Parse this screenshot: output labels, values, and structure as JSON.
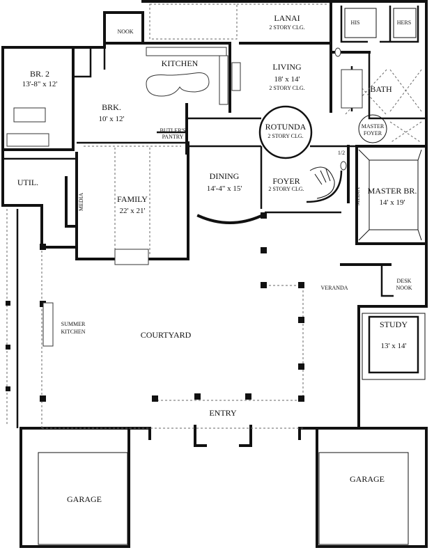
{
  "rooms": {
    "lanai": {
      "name": "LANAI",
      "note": "2 STORY CLG."
    },
    "his": {
      "name": "HIS"
    },
    "hers": {
      "name": "HERS"
    },
    "nook": {
      "name": "NOOK"
    },
    "kitchen": {
      "name": "KITCHEN"
    },
    "living": {
      "name": "LIVING",
      "size": "18' x 14'",
      "note": "2 STORY CLG."
    },
    "bath": {
      "name": "BATH"
    },
    "br2": {
      "name": "BR. 2",
      "size": "13'-8\" x 12'"
    },
    "brk": {
      "name": "BRK.",
      "size": "10' x 12'"
    },
    "butlers": {
      "name_line1": "BUTLER'S",
      "name_line2": "PANTRY"
    },
    "rotunda": {
      "name": "ROTUNDA",
      "note": "2 STORY CLG."
    },
    "master_foyer": {
      "line1": "MASTER",
      "line2": "FOYER"
    },
    "half_bath": {
      "name": "1/2"
    },
    "util": {
      "name": "UTIL."
    },
    "media_family": {
      "name": "MEDIA"
    },
    "family": {
      "name": "FAMILY",
      "size": "22' x 21'"
    },
    "dining": {
      "name": "DINING",
      "size": "14'-4\" x 15'"
    },
    "foyer": {
      "name": "FOYER",
      "note": "2 STORY CLG."
    },
    "media_master": {
      "name": "MEDIA"
    },
    "master_br": {
      "name": "MASTER BR.",
      "size": "14' x 19'"
    },
    "desk_nook": {
      "line1": "DESK",
      "line2": "NOOK"
    },
    "veranda": {
      "name": "VERANDA"
    },
    "summer_kitchen": {
      "line1": "SUMMER",
      "line2": "KITCHEN"
    },
    "courtyard": {
      "name": "COURTYARD"
    },
    "study": {
      "name": "STUDY",
      "size": "13' x 14'"
    },
    "entry": {
      "name": "ENTRY"
    },
    "garage_left": {
      "name": "GARAGE"
    },
    "garage_right": {
      "name": "GARAGE"
    }
  }
}
